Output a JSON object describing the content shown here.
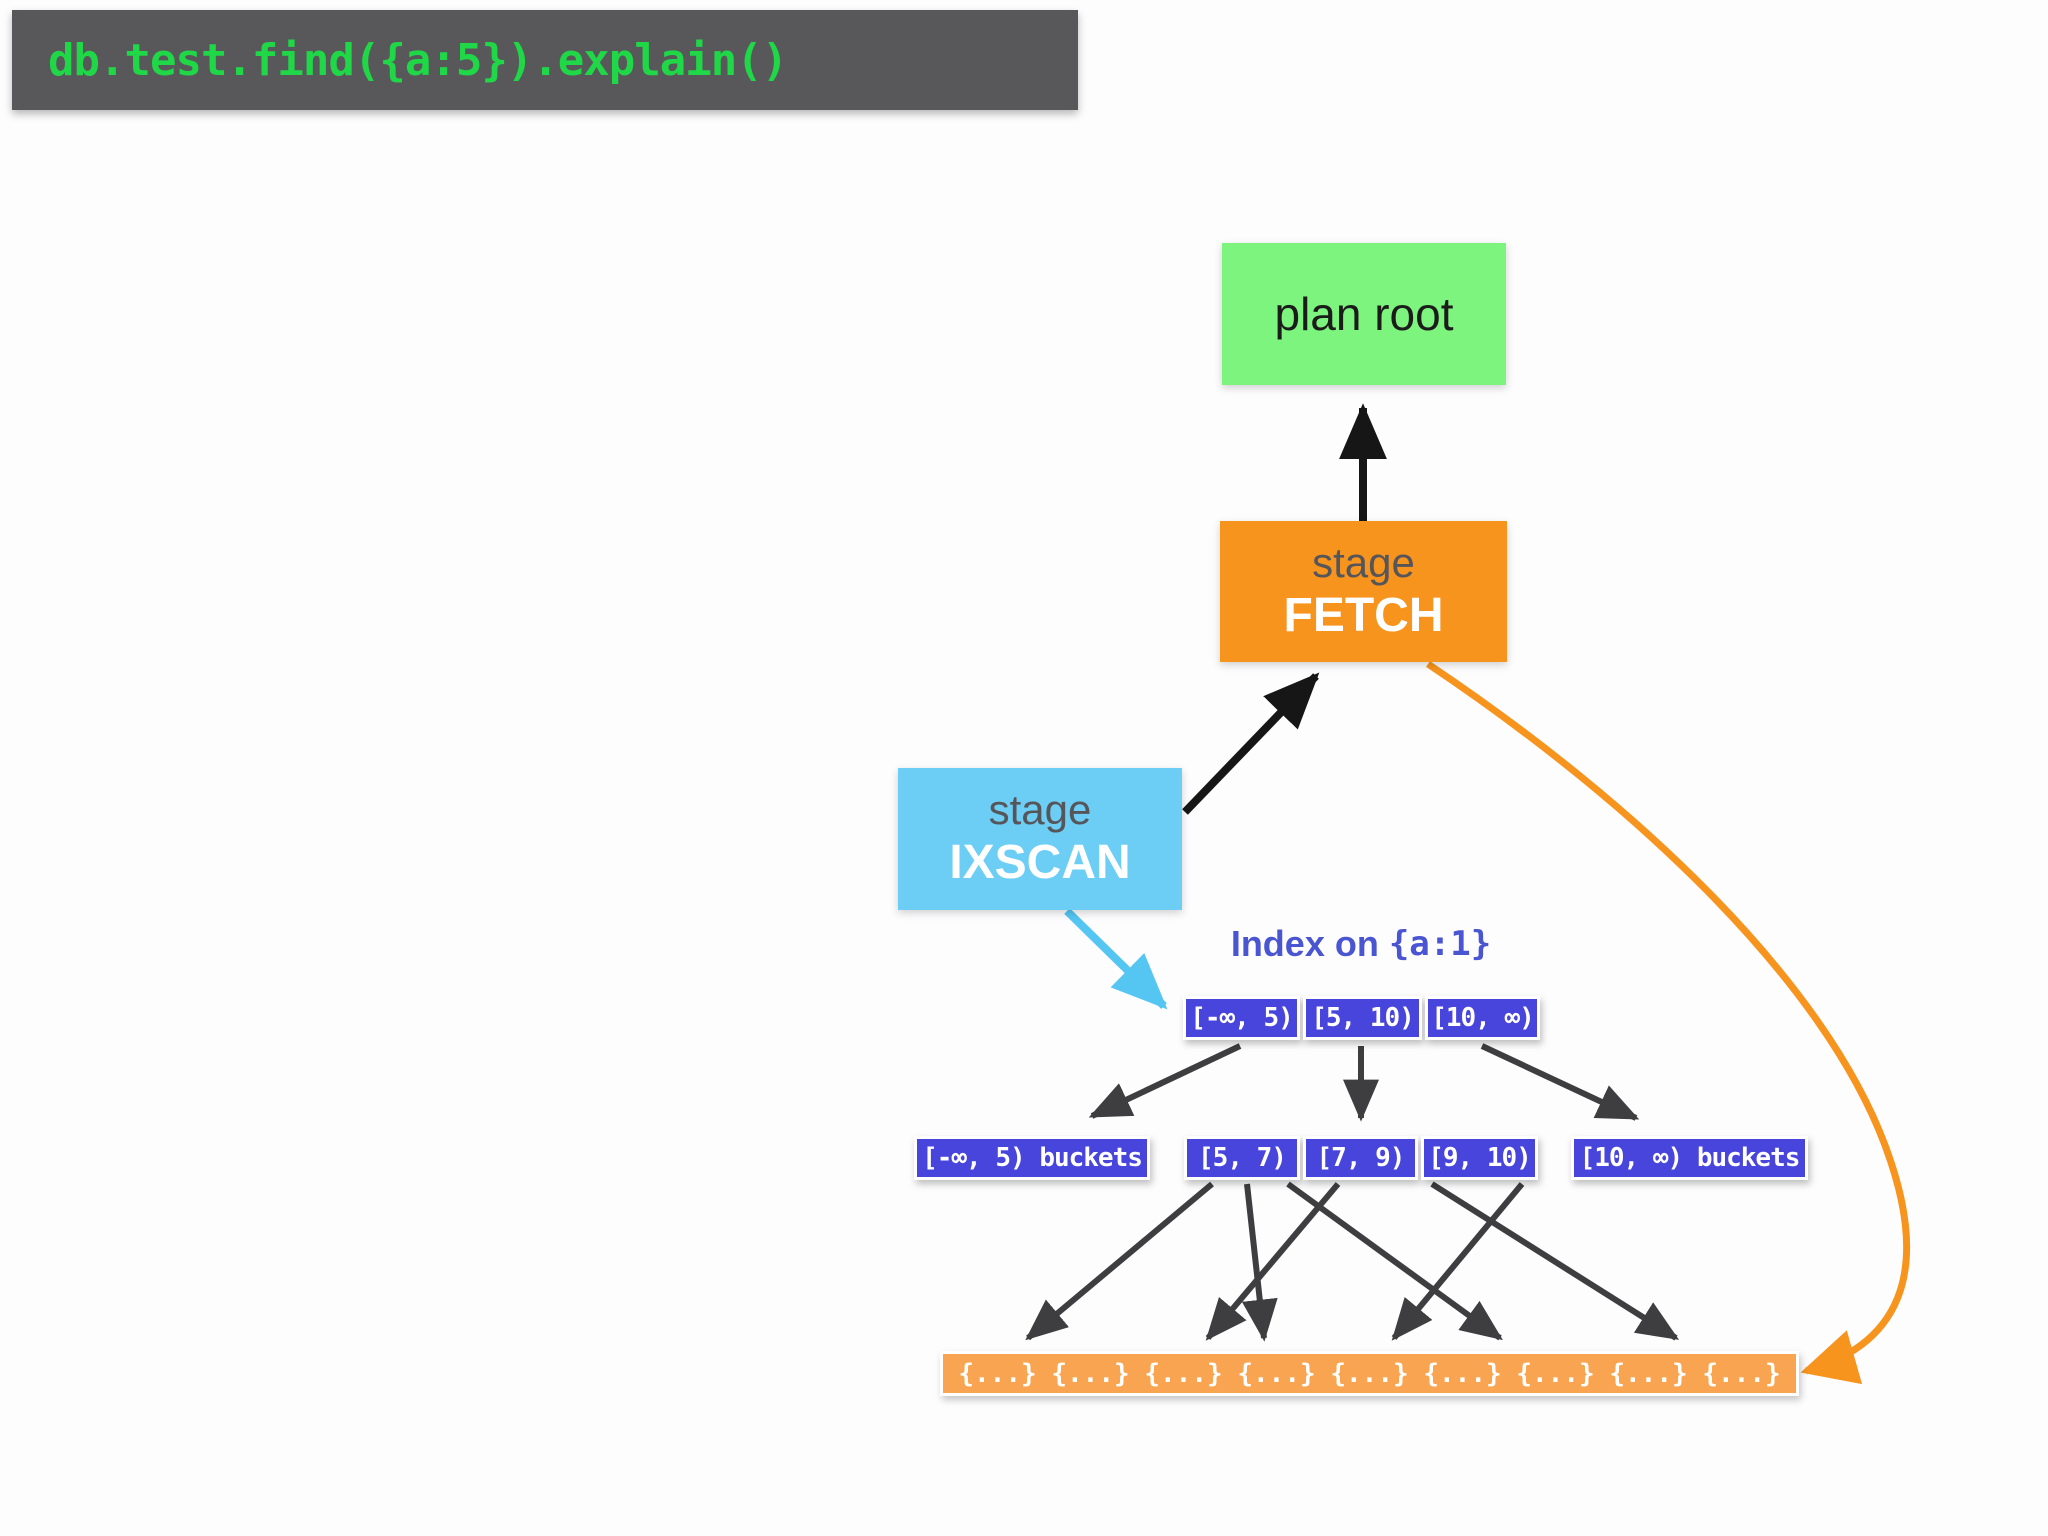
{
  "header": {
    "code": "db.test.find({a:5}).explain()"
  },
  "colors": {
    "header_bg": "#58575a",
    "code_green": "#1fd747",
    "plan_root_green": "#7cf47e",
    "fetch_orange": "#f7941e",
    "ixscan_blue": "#6ccdf5",
    "interval_indigo": "#4845dc",
    "documents_orange": "#f9a450",
    "index_title_blue": "#4a55d2",
    "arrow_black": "#161616",
    "arrow_dark_gray": "#3e3d40",
    "arrow_light_blue": "#55c5f2",
    "arrow_orange": "#f7941e"
  },
  "nodes": {
    "plan_root": {
      "label": "plan root"
    },
    "fetch": {
      "kind": "stage",
      "name": "FETCH"
    },
    "ixscan": {
      "kind": "stage",
      "name": "IXSCAN"
    }
  },
  "index": {
    "title_prefix": "Index on ",
    "title_key": "{a:1}",
    "ranges": [
      {
        "label": "[-∞, 5)"
      },
      {
        "label": "[5, 10)"
      },
      {
        "label": "[10, ∞)"
      }
    ],
    "buckets": [
      {
        "label": "[-∞, 5) buckets"
      },
      {
        "label": "[5, 7)"
      },
      {
        "label": "[7, 9)"
      },
      {
        "label": "[9, 10)"
      },
      {
        "label": "[10, ∞) buckets"
      }
    ]
  },
  "documents": {
    "items": [
      "{...}",
      "{...}",
      "{...}",
      "{...}",
      "{...}",
      "{...}",
      "{...}",
      "{...}",
      "{...}"
    ]
  }
}
